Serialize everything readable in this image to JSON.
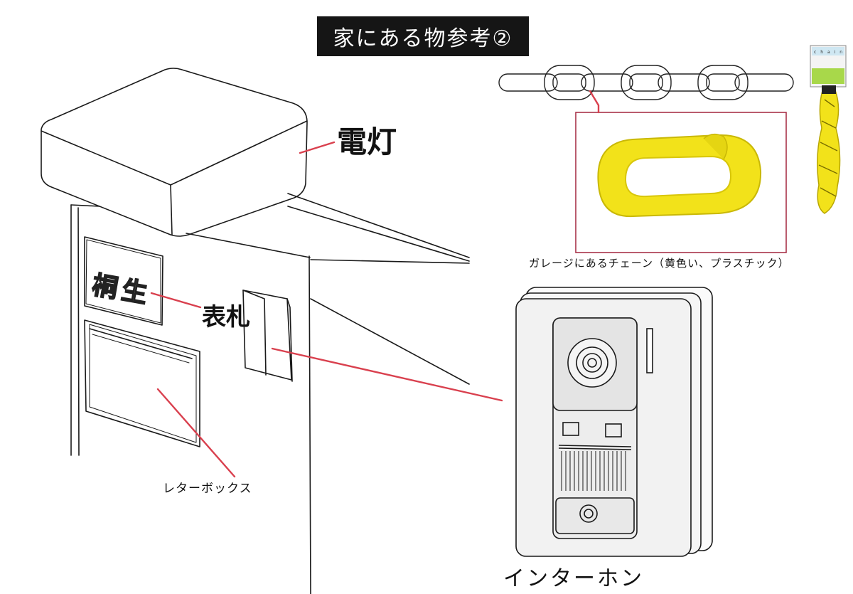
{
  "title": "家にある物参考②",
  "labels": {
    "light": "電灯",
    "nameplate": "表札",
    "letterbox": "レターボックス",
    "chain": "ガレージにあるチェーン（黄色い、プラスチック）",
    "intercom": "インターホン"
  },
  "nameplate_text": "桐生",
  "colors": {
    "leader_line": "#d9404e",
    "chain_link": "#f2e21a",
    "title_bg": "#151515"
  }
}
